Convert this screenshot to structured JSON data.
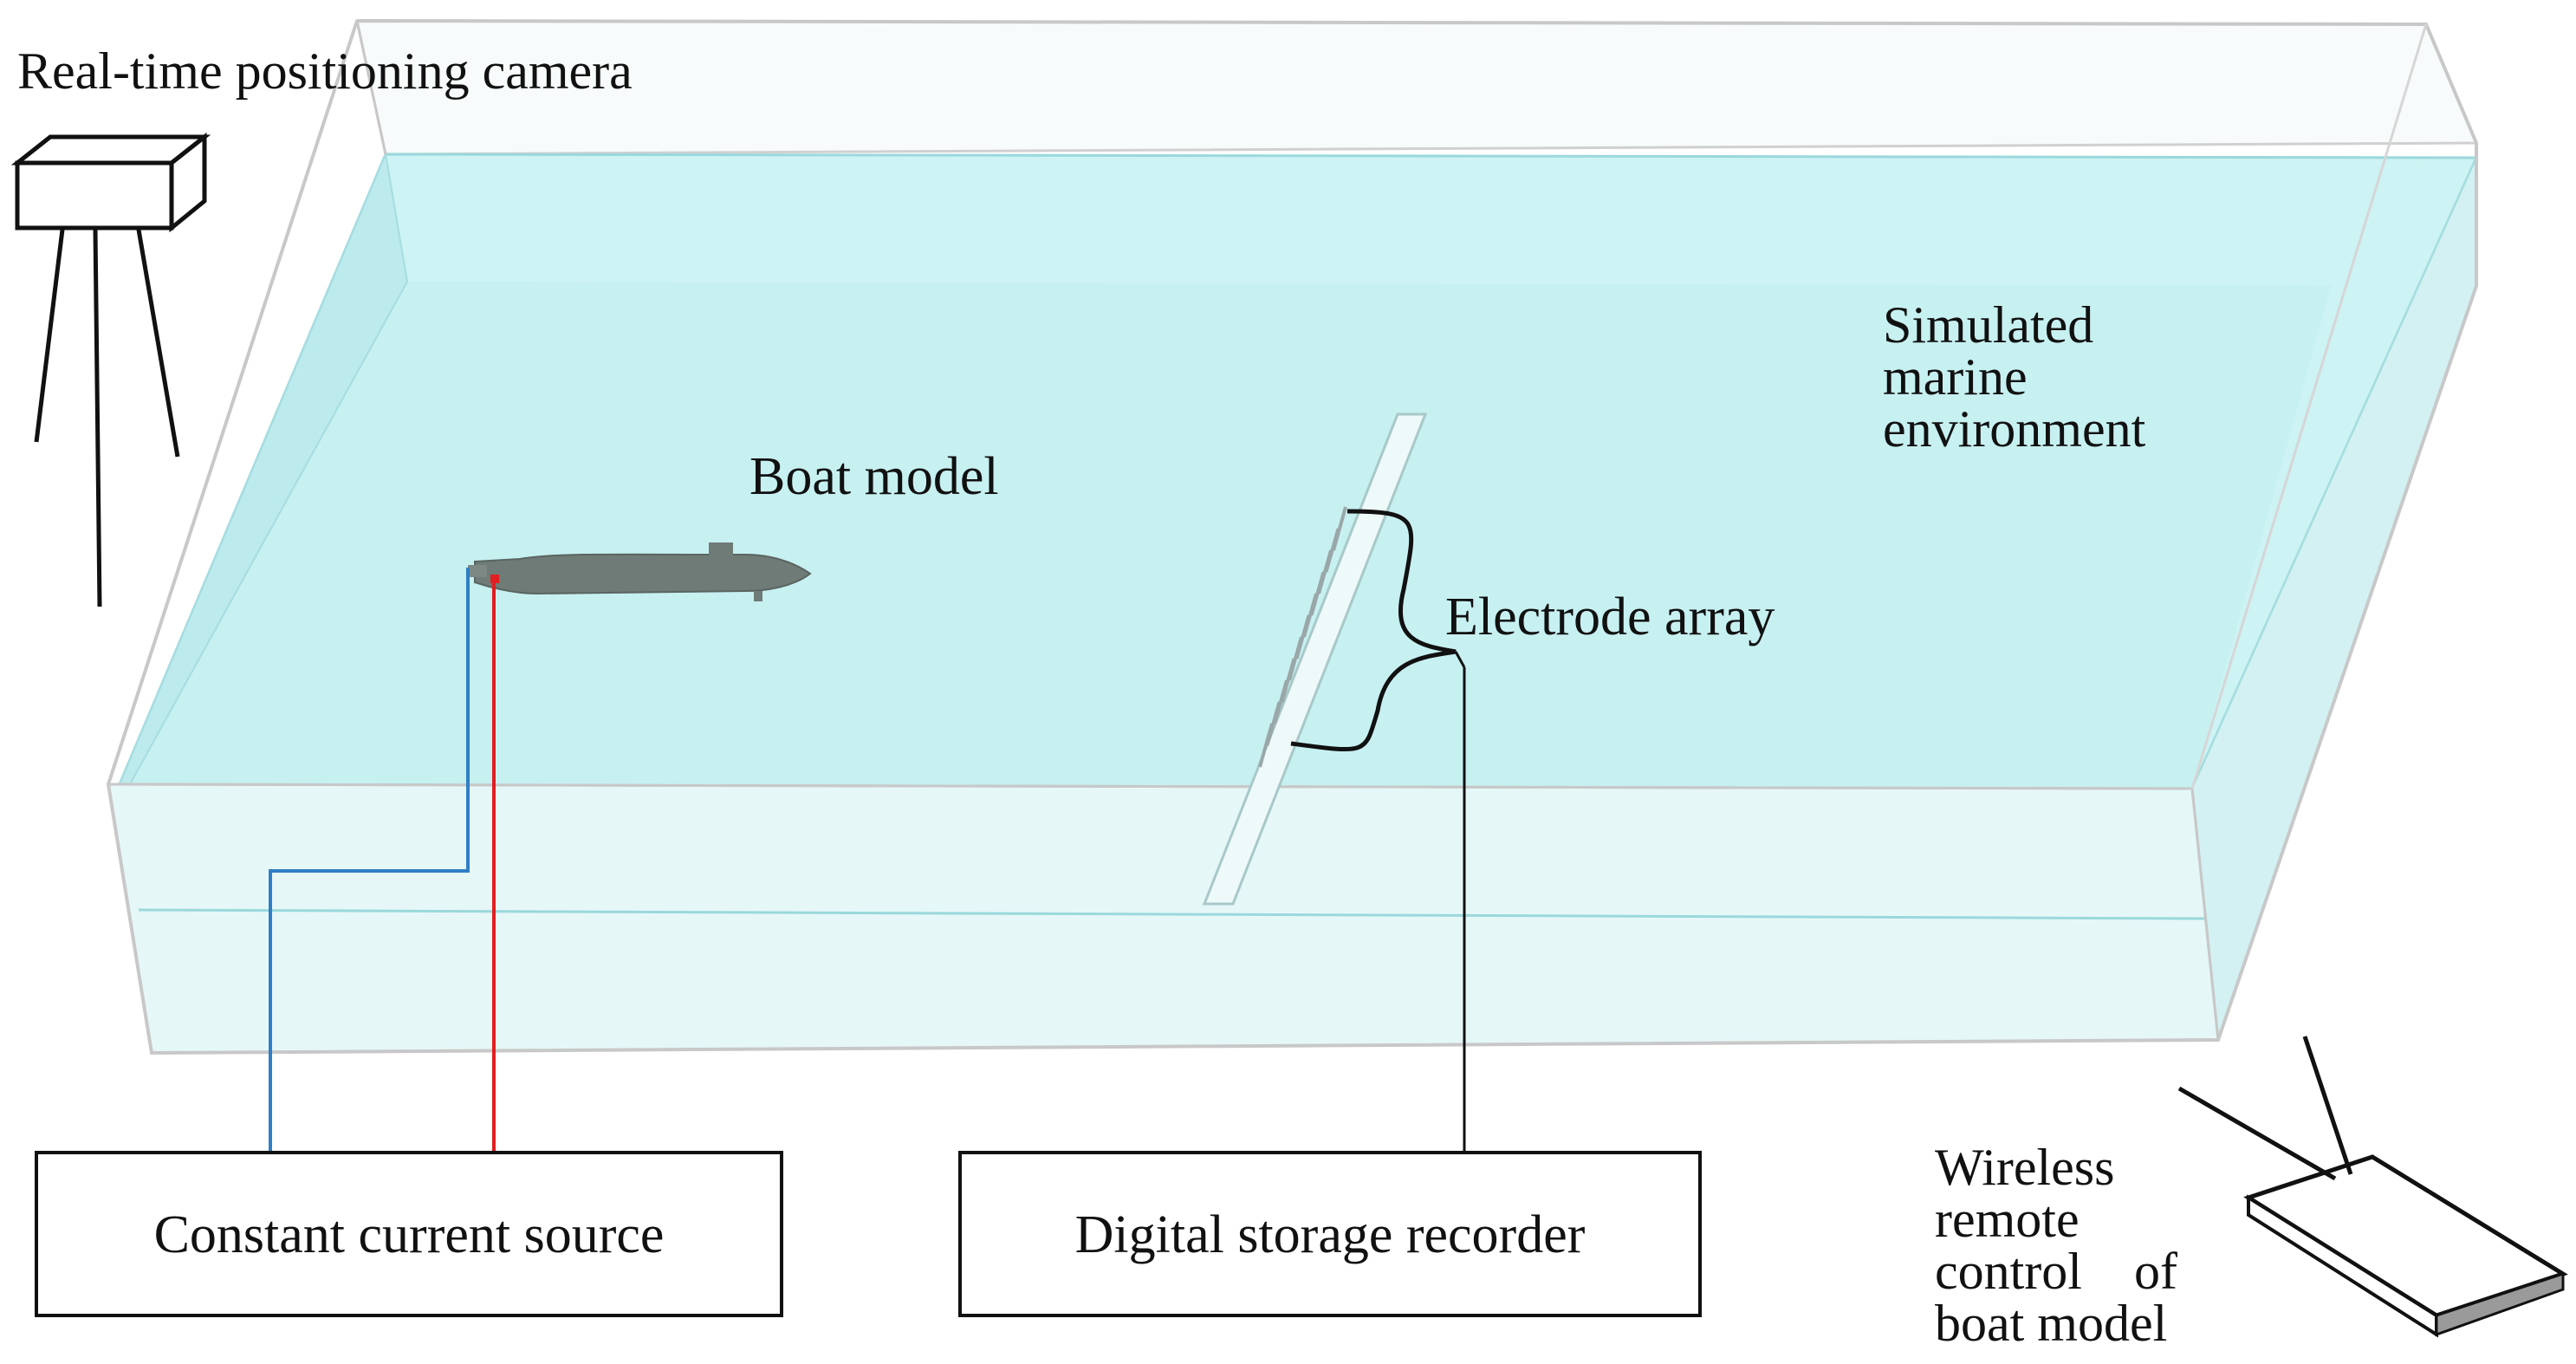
{
  "labels": {
    "camera": "Real-time positioning camera",
    "boat": "Boat model",
    "environment": [
      "Simulated",
      "marine",
      "environment"
    ],
    "electrodes": "Electrode array",
    "current_source": "Constant current source",
    "recorder": "Digital storage recorder",
    "remote": [
      "Wireless",
      "remote",
      "control    of",
      "boat model"
    ]
  },
  "colors": {
    "water": "#cdf3f4",
    "water_edge": "#9ad8dc",
    "tank_edge": "#c8c8c8",
    "wire_negative": "#2f7fc4",
    "wire_positive": "#e02020",
    "wire_signal": "#111111",
    "boat": "#6f7b76"
  }
}
